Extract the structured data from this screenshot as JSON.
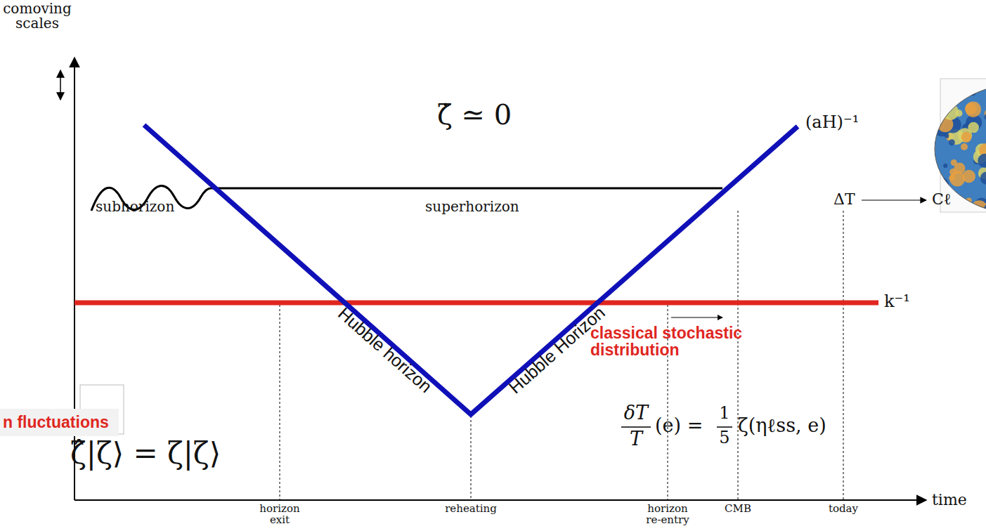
{
  "diagram": {
    "nodes": [
      {
        "text": [
          "n fluctuations"
        ]
      }
    ],
    "labels": [
      "comoving scales",
      "ζ̇ ≃ 0",
      "(aH)⁻¹",
      "subhorizon",
      "superhorizon",
      "ΔT",
      "Cℓ",
      "k⁻¹",
      "Hubble horizon",
      "Hubble Horizon",
      "classical stochastic distribution",
      "ζ̂|ζ⟩ = ζ|ζ⟩",
      "δT",
      "T",
      "(e) =",
      "1",
      "5",
      "ζ(ηℓss, e)",
      "time",
      "horizon exit",
      "reheating",
      "horizon re-entry",
      "CMB",
      "today"
    ]
  }
}
